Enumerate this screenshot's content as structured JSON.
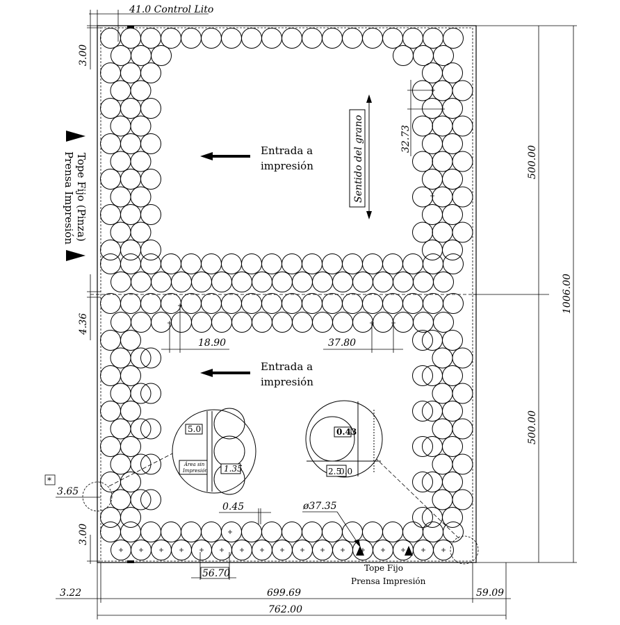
{
  "title_dim": "41.0 Control Lito",
  "dims": {
    "top_margin": "3.00",
    "bottom_margin": "3.00",
    "mid_gap": "4.36",
    "upper_height": "500.00",
    "lower_height": "500.00",
    "total_height": "1006.00",
    "left_margin": "3.22",
    "inner_width": "699.69",
    "right_margin": "59.09",
    "total_width": "762.00",
    "pitch_a": "18.90",
    "pitch_b": "37.80",
    "pitch_v": "32.73",
    "spacing": "0.45",
    "diameter": "ø37.35",
    "pitch_h": "56.70",
    "corner": "3.65"
  },
  "labels": {
    "entry_upper": [
      "Entrada a",
      "impresión"
    ],
    "entry_lower": [
      "Entrada a",
      "impresión"
    ],
    "grain": "Sentido del grano",
    "tope_fijo_side": [
      "Tope Fijo (Pinza)",
      "Prensa Impresión"
    ],
    "tope_fijo_bottom": [
      "Tope Fijo",
      "Prensa Impresión"
    ],
    "asterisk": "*"
  },
  "detail_left": {
    "dim_top": "5.0",
    "note": [
      "Área sin",
      "Impresión"
    ],
    "dim_bottom": "1.35"
  },
  "detail_right": {
    "dim_top": "0.43",
    "dim_bottom": "2.5",
    "dim_bottom2": "0.0"
  }
}
